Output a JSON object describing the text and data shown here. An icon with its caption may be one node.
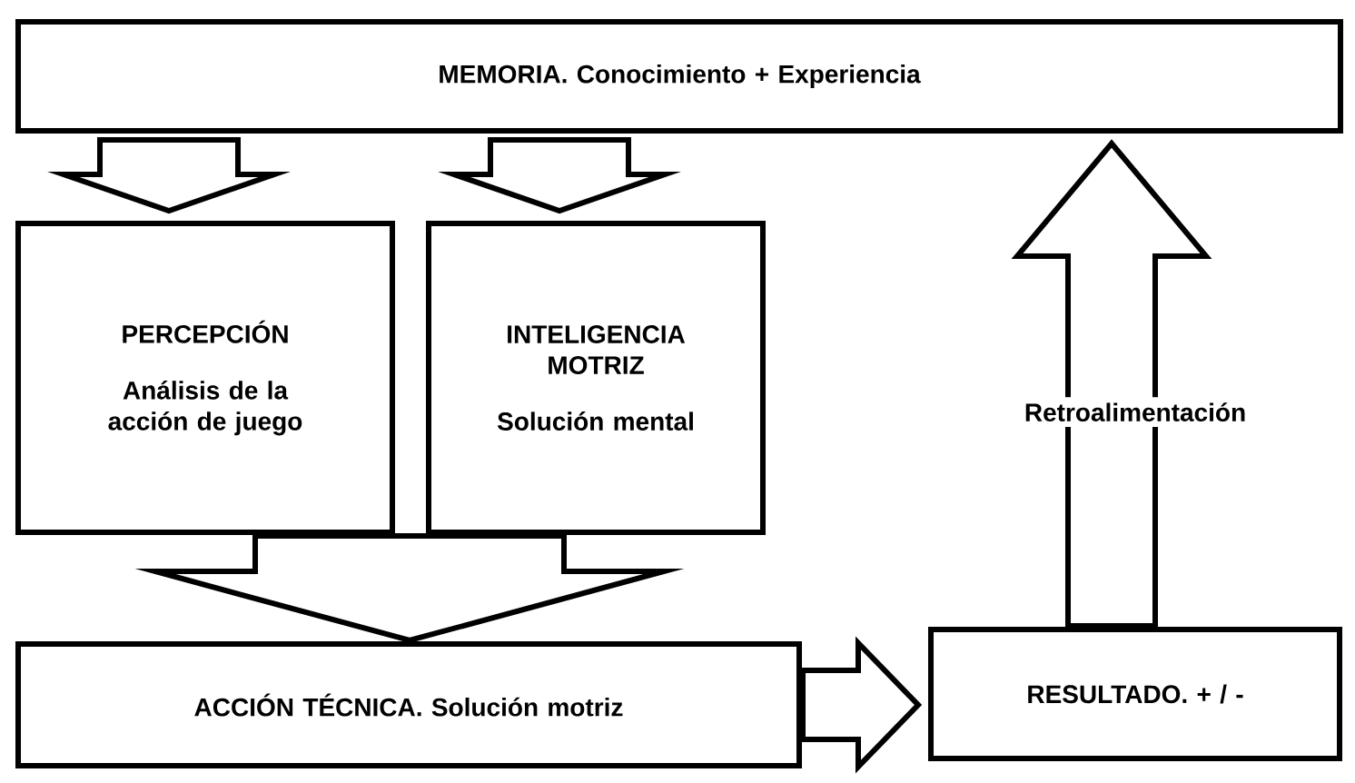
{
  "diagram": {
    "nodes": [
      {
        "text": [
          "MEMORIA. Conocimiento + Experiencia"
        ]
      },
      {
        "text": [
          "PERCEPCIÓN",
          "Análisis de la acción de juego"
        ]
      },
      {
        "text": [
          "INTELIGENCIA MOTRIZ",
          "Solución mental"
        ]
      },
      {
        "text": [
          "ACCIÓN TÉCNICA. Solución motriz"
        ]
      },
      {
        "text": [
          "RESULTADO. + / -"
        ]
      }
    ],
    "edges": [
      {
        "from": 0,
        "to": 1,
        "arrow": "to"
      },
      {
        "from": 0,
        "to": 2,
        "arrow": "to"
      },
      {
        "from": 1,
        "to": 3,
        "arrow": "to"
      },
      {
        "from": 2,
        "to": 3,
        "arrow": "to"
      },
      {
        "from": 3,
        "to": 4,
        "arrow": "to"
      },
      {
        "from": 4,
        "to": 0,
        "arrow": "to",
        "label": "Retroalimentación"
      }
    ]
  }
}
